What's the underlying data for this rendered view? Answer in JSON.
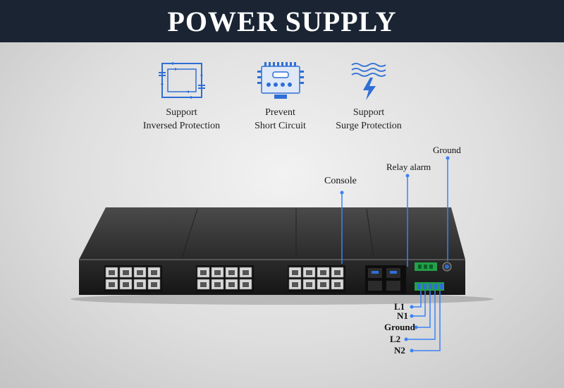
{
  "banner": {
    "title": "POWER SUPPLY"
  },
  "features": [
    {
      "icon": "inverse-protection-icon",
      "line1": "Support",
      "line2": "Inversed Protection"
    },
    {
      "icon": "circuit-board-icon",
      "line1": "Prevent",
      "line2": "Short Circuit"
    },
    {
      "icon": "surge-lightning-icon",
      "line1": "Support",
      "line2": "Surge Protection"
    }
  ],
  "callouts": {
    "console": "Console",
    "relay_alarm": "Relay alarm",
    "ground_top": "Ground",
    "l1": "L1",
    "n1": "N1",
    "ground_bottom": "Ground",
    "l2": "L2",
    "n2": "N2"
  },
  "colors": {
    "banner": "#1a2433",
    "callout_line": "#3b82f6",
    "port_green": "#22a04a"
  }
}
